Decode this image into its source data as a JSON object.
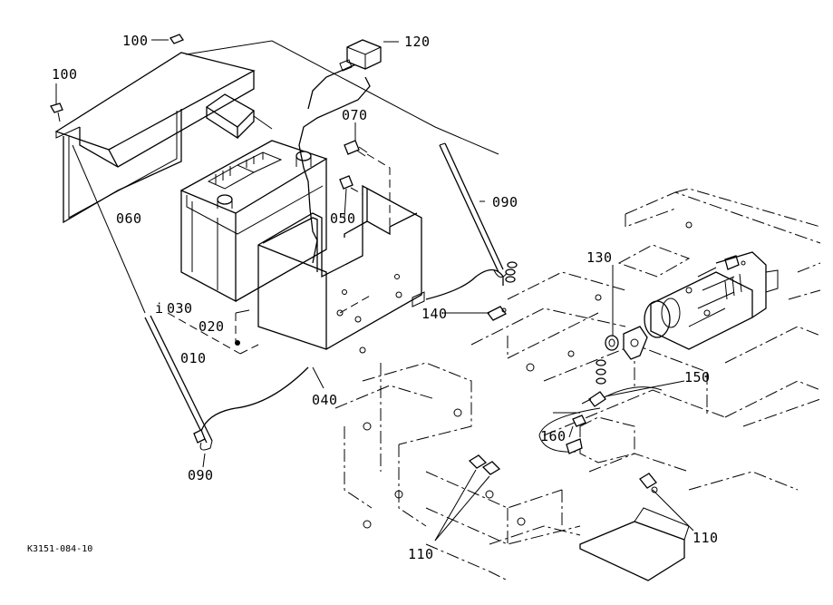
{
  "diagram_code": "K3151-084-10",
  "labels": {
    "p010": "010",
    "p020": "020",
    "p030": "030",
    "p030_prefix": "i",
    "p040": "040",
    "p050": "050",
    "p060": "060",
    "p070": "070",
    "p090_top": "090",
    "p090_bottom": "090",
    "p100_top": "100",
    "p100_left": "100",
    "p110_bottom": "110",
    "p110_right": "110",
    "p120": "120",
    "p130": "130",
    "p140": "140",
    "p150": "150",
    "p160": "160"
  }
}
